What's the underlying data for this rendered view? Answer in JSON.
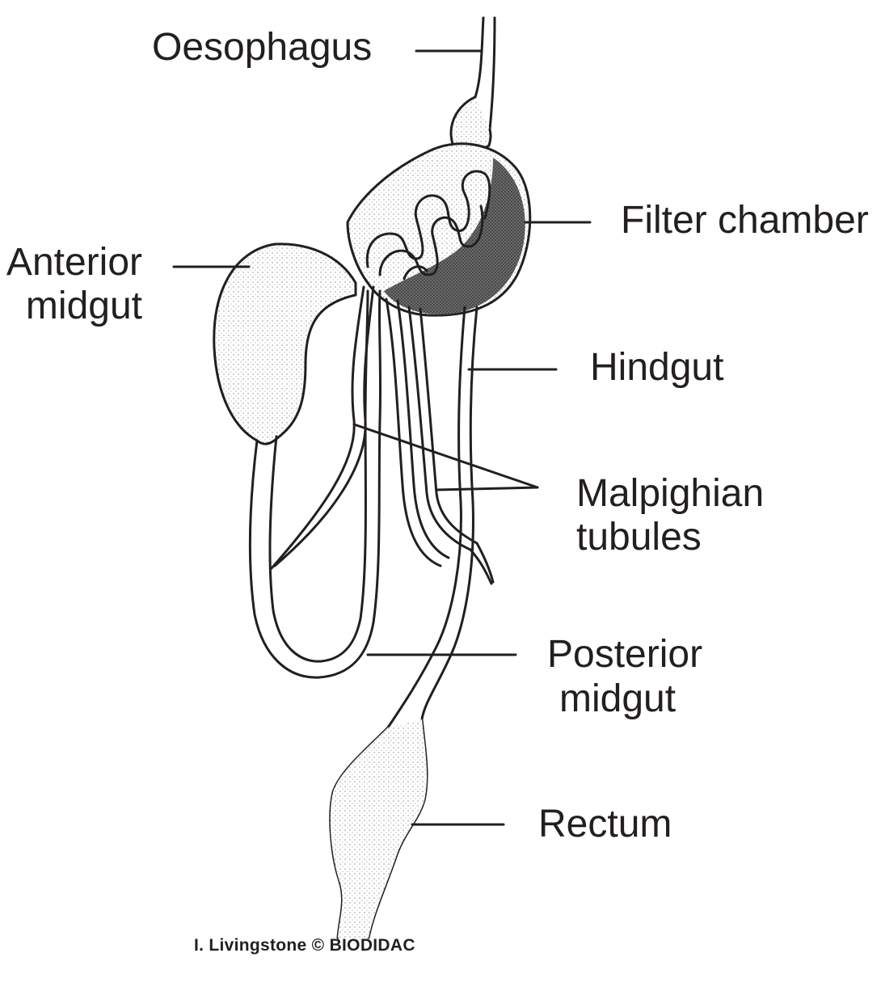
{
  "labels": {
    "oesophagus": "Oesophagus",
    "filter_chamber": "Filter chamber",
    "anterior_midgut_line1": "Anterior",
    "anterior_midgut_line2": "midgut",
    "hindgut": "Hindgut",
    "malpighian_line1": "Malpighian",
    "malpighian_line2": "tubules",
    "posterior_midgut_line1": "Posterior",
    "posterior_midgut_line2": "midgut",
    "rectum": "Rectum"
  },
  "credit": "I. Livingstone © BIODIDAC",
  "colors": {
    "ink": "#231f20",
    "background": "#ffffff",
    "stipple": "#b5b5b5",
    "dense_stipple": "#4a4a4a"
  }
}
